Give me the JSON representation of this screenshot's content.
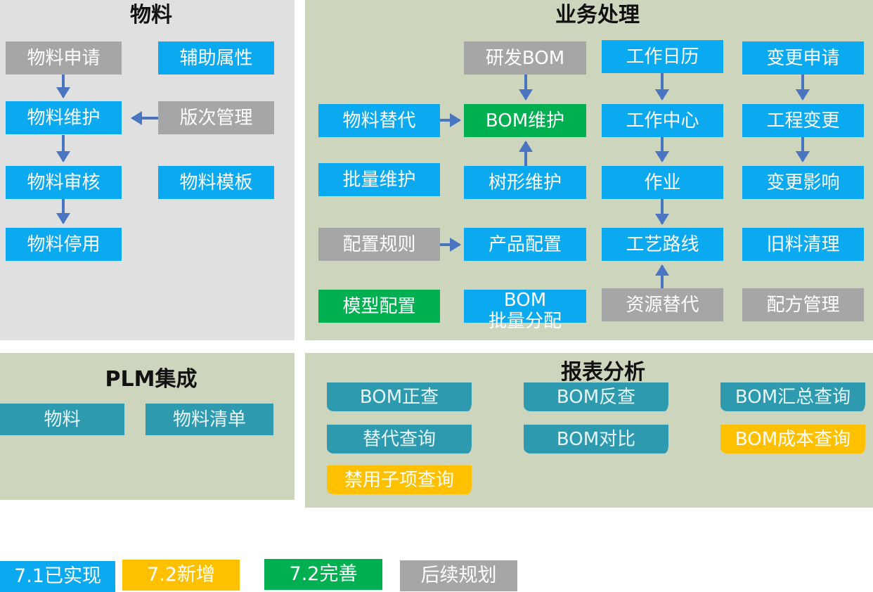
{
  "colors": {
    "blue": "#0baaf0",
    "gray": "#a6a6a6",
    "green": "#00b050",
    "orange": "#ffc000",
    "teal": "#2e9ab0",
    "arrow": "#4a76c1"
  },
  "material": {
    "title": "物料",
    "apply": "物料申请",
    "aux": "辅助属性",
    "maintain": "物料维护",
    "version": "版次管理",
    "audit": "物料审核",
    "template": "物料模板",
    "disable": "物料停用"
  },
  "business": {
    "title": "业务处理",
    "rd_bom": "研发BOM",
    "calendar": "工作日历",
    "change_apply": "变更申请",
    "substitute": "物料替代",
    "bom_maintain": "BOM维护",
    "work_center": "工作中心",
    "eng_change": "工程变更",
    "batch_maintain": "批量维护",
    "tree_maintain": "树形维护",
    "operation": "作业",
    "change_impact": "变更影响",
    "config_rule": "配置规则",
    "product_config": "产品配置",
    "routing": "工艺路线",
    "old_cleanup": "旧料清理",
    "model_config": "模型配置",
    "bom_batch_line1": "BOM",
    "bom_batch_line2": "批量分配",
    "resource_sub": "资源替代",
    "recipe": "配方管理"
  },
  "plm": {
    "title": "PLM集成",
    "material": "物料",
    "bill": "物料清单"
  },
  "report": {
    "title": "报表分析",
    "bom_forward": "BOM正查",
    "bom_reverse": "BOM反查",
    "bom_summary": "BOM汇总查询",
    "sub_query": "替代查询",
    "bom_compare": "BOM对比",
    "bom_cost": "BOM成本查询",
    "disabled_child": "禁用子项查询"
  },
  "legend": {
    "implemented": "7.1已实现",
    "new": "7.2新增",
    "improved": "7.2完善",
    "planned": "后续规划"
  }
}
